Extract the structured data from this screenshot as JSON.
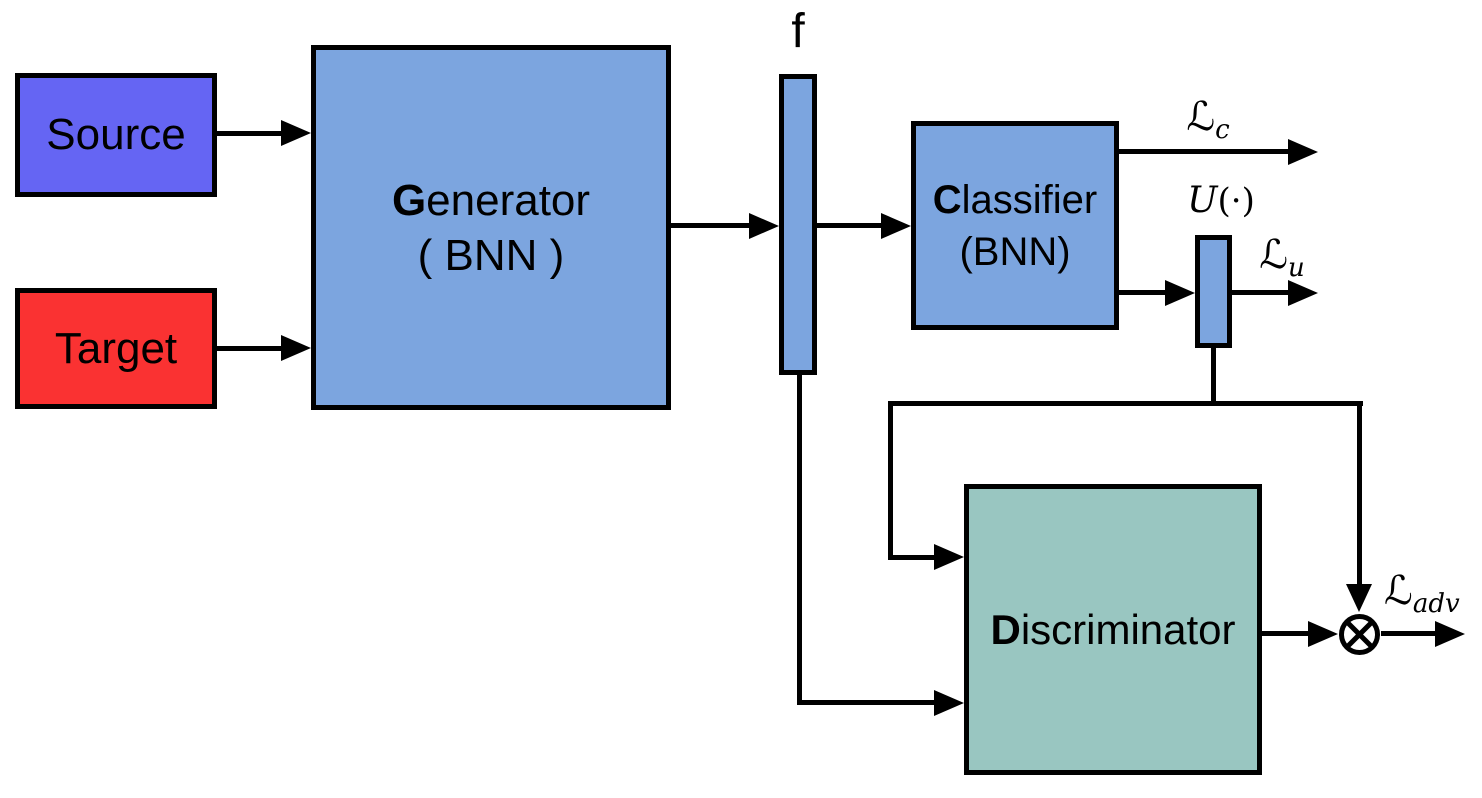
{
  "diagram": {
    "background": "#FFFFFF",
    "line_color": "#000000",
    "nodes": {
      "source": {
        "label": "Source",
        "fill": "#6565F3"
      },
      "target": {
        "label": "Target",
        "fill": "#FA3232"
      },
      "generator": {
        "label_bold": "G",
        "label_rest": "enerator",
        "sub_label": "( BNN )",
        "fill": "#7CA5DF"
      },
      "feature": {
        "label": "f",
        "fill": "#7CA5DF"
      },
      "classifier": {
        "label_bold": "C",
        "label_rest": "lassifier",
        "sub_label": "(BNN)",
        "fill": "#7CA5DF"
      },
      "uncertainty_bar": {
        "fill": "#7CA5DF"
      },
      "discriminator": {
        "label_bold": "D",
        "label_rest": "iscriminator",
        "fill": "#99C6C1"
      }
    },
    "labels": {
      "loss_classification": {
        "symbol": "ℒ",
        "subscript": "c"
      },
      "loss_uncertainty": {
        "symbol": "ℒ",
        "subscript": "u"
      },
      "loss_adversarial": {
        "symbol": "ℒ",
        "subscript": "adv"
      },
      "uncertainty_function": {
        "letter": "U",
        "arguments": "(·)"
      }
    }
  }
}
